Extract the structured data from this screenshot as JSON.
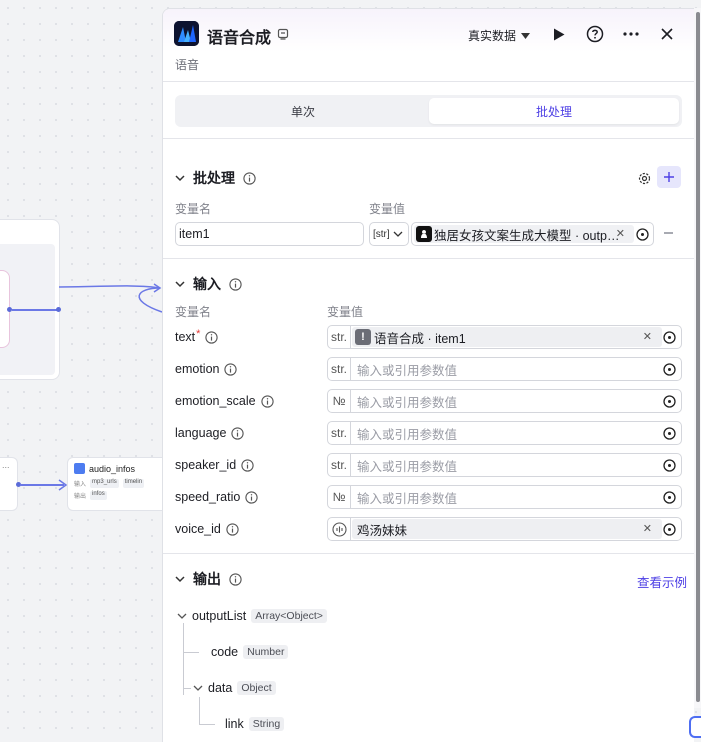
{
  "canvas": {
    "mini_node": {
      "title": "audio_infos",
      "row1_label": "输入",
      "row1_tag1": "mp3_urls",
      "row1_tag2": "timelin",
      "row2_label": "输出",
      "row2_tag1": "infos"
    },
    "left_stub_text": "..."
  },
  "panel": {
    "title": "语音合成",
    "subtitle": "语音",
    "data_select": "真实数据",
    "tabs": [
      {
        "label": "单次",
        "active": false
      },
      {
        "label": "批处理",
        "active": true
      }
    ],
    "batch": {
      "heading": "批处理",
      "col_name": "变量名",
      "col_value": "变量值",
      "row": {
        "name": "item1",
        "type": "[str]",
        "ref": "独居女孩文案生成大模型 · outp…"
      }
    },
    "inputs": {
      "heading": "输入",
      "col_name": "变量名",
      "col_value": "变量值",
      "params": [
        {
          "name": "text",
          "required": true,
          "type": "str.",
          "value": "语音合成 · item1",
          "placeholder": ""
        },
        {
          "name": "emotion",
          "required": false,
          "type": "str.",
          "value": "",
          "placeholder": "输入或引用参数值"
        },
        {
          "name": "emotion_scale",
          "required": false,
          "type": "№",
          "value": "",
          "placeholder": "输入或引用参数值"
        },
        {
          "name": "language",
          "required": false,
          "type": "str.",
          "value": "",
          "placeholder": "输入或引用参数值"
        },
        {
          "name": "speaker_id",
          "required": false,
          "type": "str.",
          "value": "",
          "placeholder": "输入或引用参数值"
        },
        {
          "name": "speed_ratio",
          "required": false,
          "type": "№",
          "value": "",
          "placeholder": "输入或引用参数值"
        },
        {
          "name": "voice_id",
          "required": false,
          "type": "voice",
          "value": "鸡汤妹妹",
          "placeholder": ""
        }
      ]
    },
    "outputs": {
      "heading": "输出",
      "see_example": "查看示例",
      "tree": [
        {
          "name": "outputList",
          "type": "Array<Object>"
        },
        {
          "name": "code",
          "type": "Number"
        },
        {
          "name": "data",
          "type": "Object"
        },
        {
          "name": "link",
          "type": "String"
        }
      ]
    }
  },
  "colors": {
    "accent": "#4e40e5",
    "edge": "#6b78e6"
  }
}
